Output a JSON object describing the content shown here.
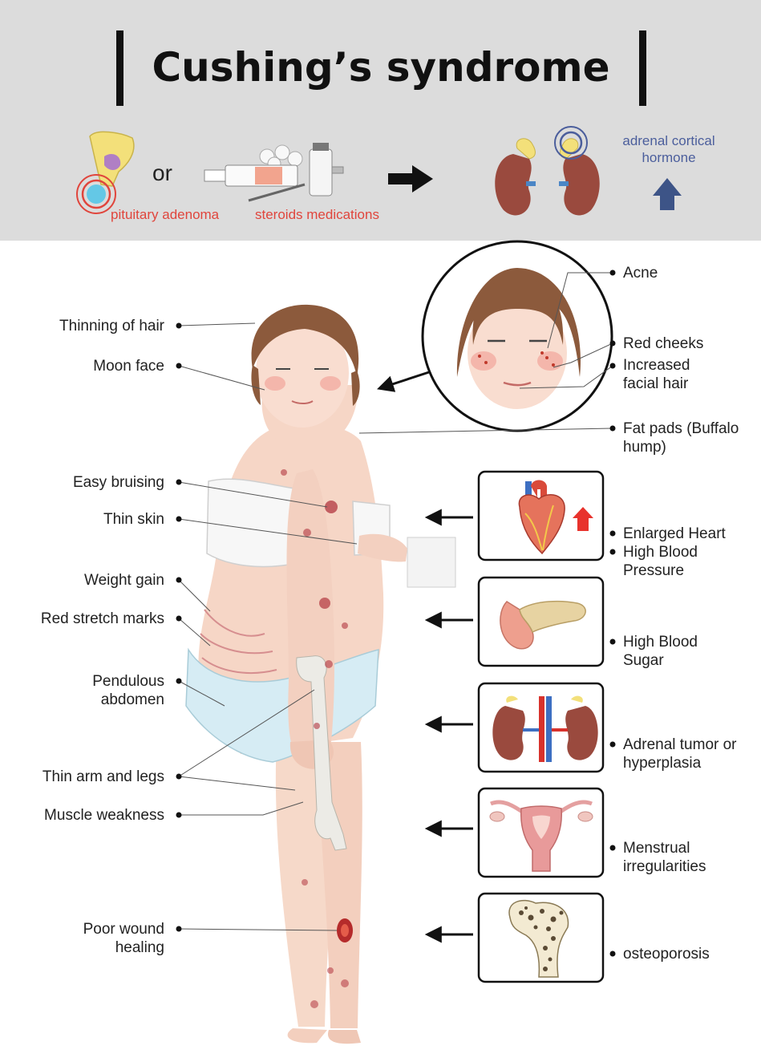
{
  "title": "Cushing’s syndrome",
  "causes": {
    "or": "or",
    "pituitary": "pituitary adenoma",
    "steroids": "steroids medications",
    "hormone": "adrenal cortical hormone"
  },
  "left_labels": [
    "Thinning of hair",
    "Moon face",
    "Easy bruising",
    "Thin skin",
    "Weight gain",
    "Red stretch marks",
    "Pendulous abdomen",
    "Thin arm and legs",
    "Muscle weakness",
    "Poor wound healing"
  ],
  "right_labels": [
    "Acne",
    "Red cheeks",
    "Increased facial hair",
    "Fat pads (Buffalo hump)",
    "Enlarged Heart",
    "High Blood Pressure",
    "High Blood Sugar",
    "Adrenal tumor or hyperplasia",
    "Menstrual irregularities",
    "osteoporosis"
  ],
  "icons": {
    "heart": "heart-icon",
    "pancreas": "pancreas-icon",
    "kidneys": "kidneys-icon",
    "uterus": "uterus-icon",
    "bone": "bone-icon",
    "up_arrow": "arrow-up-icon",
    "right_arrow": "arrow-right-icon"
  },
  "colors": {
    "header_bg": "#dcdcdc",
    "caption_red": "#e0453c",
    "caption_blue": "#4b5e9c",
    "arrow_blue": "#3d5487",
    "heart_arrow": "#e8322c"
  }
}
